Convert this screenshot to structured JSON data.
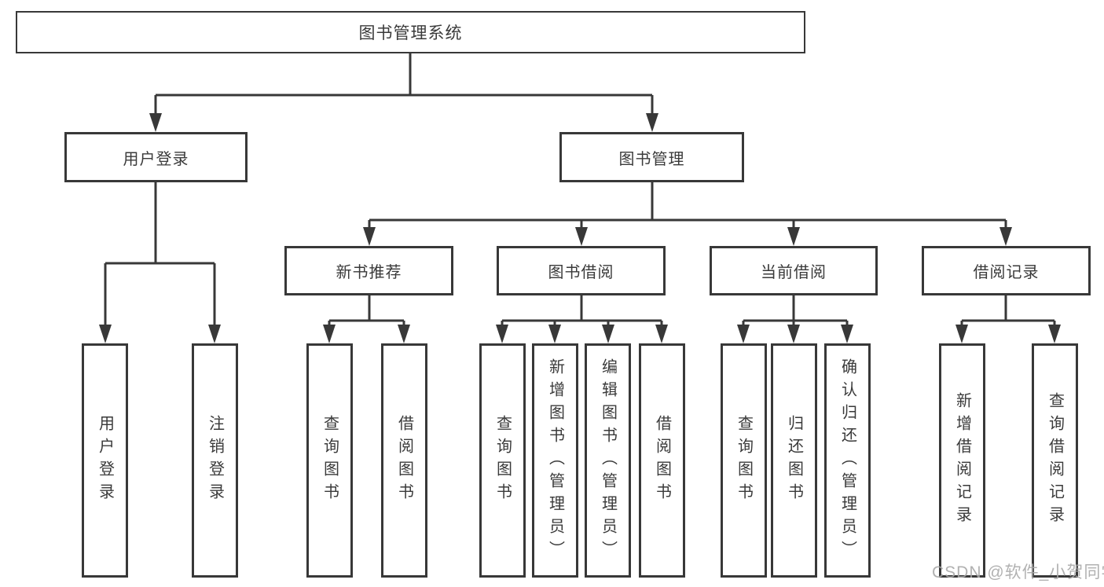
{
  "diagram": {
    "type": "hierarchy-tree",
    "root": "图书管理系统",
    "children": [
      {
        "label": "用户登录",
        "children": [
          "用户登录",
          "注销登录"
        ]
      },
      {
        "label": "图书管理",
        "children": [
          {
            "label": "新书推荐",
            "children": [
              "查询图书",
              "借阅图书"
            ]
          },
          {
            "label": "图书借阅",
            "children": [
              "查询图书",
              "新增图书（管理员）",
              "编辑图书（管理员）",
              "借阅图书"
            ]
          },
          {
            "label": "当前借阅",
            "children": [
              "查询图书",
              "归还图书",
              "确认归还（管理员）"
            ]
          },
          {
            "label": "借阅记录",
            "children": [
              "新增借阅记录",
              "查询借阅记录"
            ]
          }
        ]
      }
    ]
  },
  "watermark": {
    "text": "CSDN @软件_小贺同学"
  },
  "colors": {
    "line": "#383838",
    "box_border": "#383838",
    "text": "#3a3a3a",
    "watermark": "#a9a9a9",
    "background": "#ffffff"
  }
}
